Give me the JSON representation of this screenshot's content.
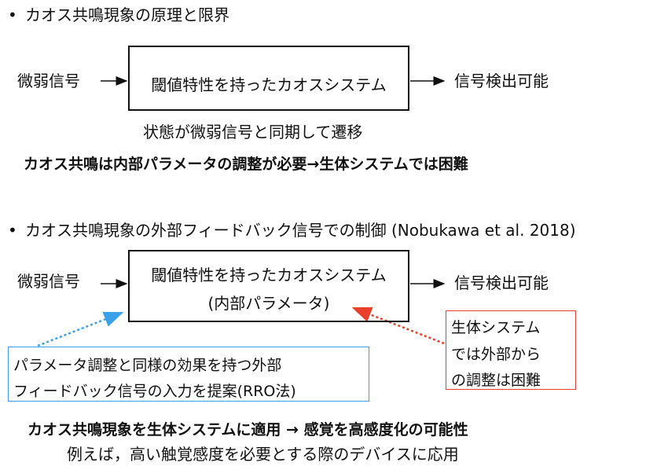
{
  "section1": {
    "bullet": "•",
    "heading": "カオス共鳴現象の原理と限界",
    "input_label": "微弱信号",
    "system_label": "閾値特性を持ったカオスシステム",
    "output_label": "信号検出可能",
    "caption": "状態が微弱信号と同期して遷移",
    "conclusion": "カオス共鳴は内部パラメータの調整が必要→生体システムでは困難"
  },
  "section2": {
    "bullet": "•",
    "heading": "カオス共鳴現象の外部フィードバック信号での制御 (Nobukawa et al. 2018)",
    "input_label": "微弱信号",
    "system_line1": "閾値特性を持ったカオスシステム",
    "system_line2": "(内部パラメータ)",
    "output_label": "信号検出可能",
    "proposal_lines": [
      "パラメータ調整と同様の効果を持つ外部",
      "フィードバック信号の入力を提案(RRO法)"
    ],
    "limitation_lines": [
      "生体システム",
      "では外部から",
      "の調整は困難"
    ],
    "proposal_color": "#3aa0e8",
    "limitation_color": "#e8402a"
  },
  "footer": {
    "conclusion": "カオス共鳴現象を生体システムに適用 → 感覚を高感度化の可能性",
    "example": "例えば，高い触覚感度を必要とする際のデバイスに応用"
  }
}
